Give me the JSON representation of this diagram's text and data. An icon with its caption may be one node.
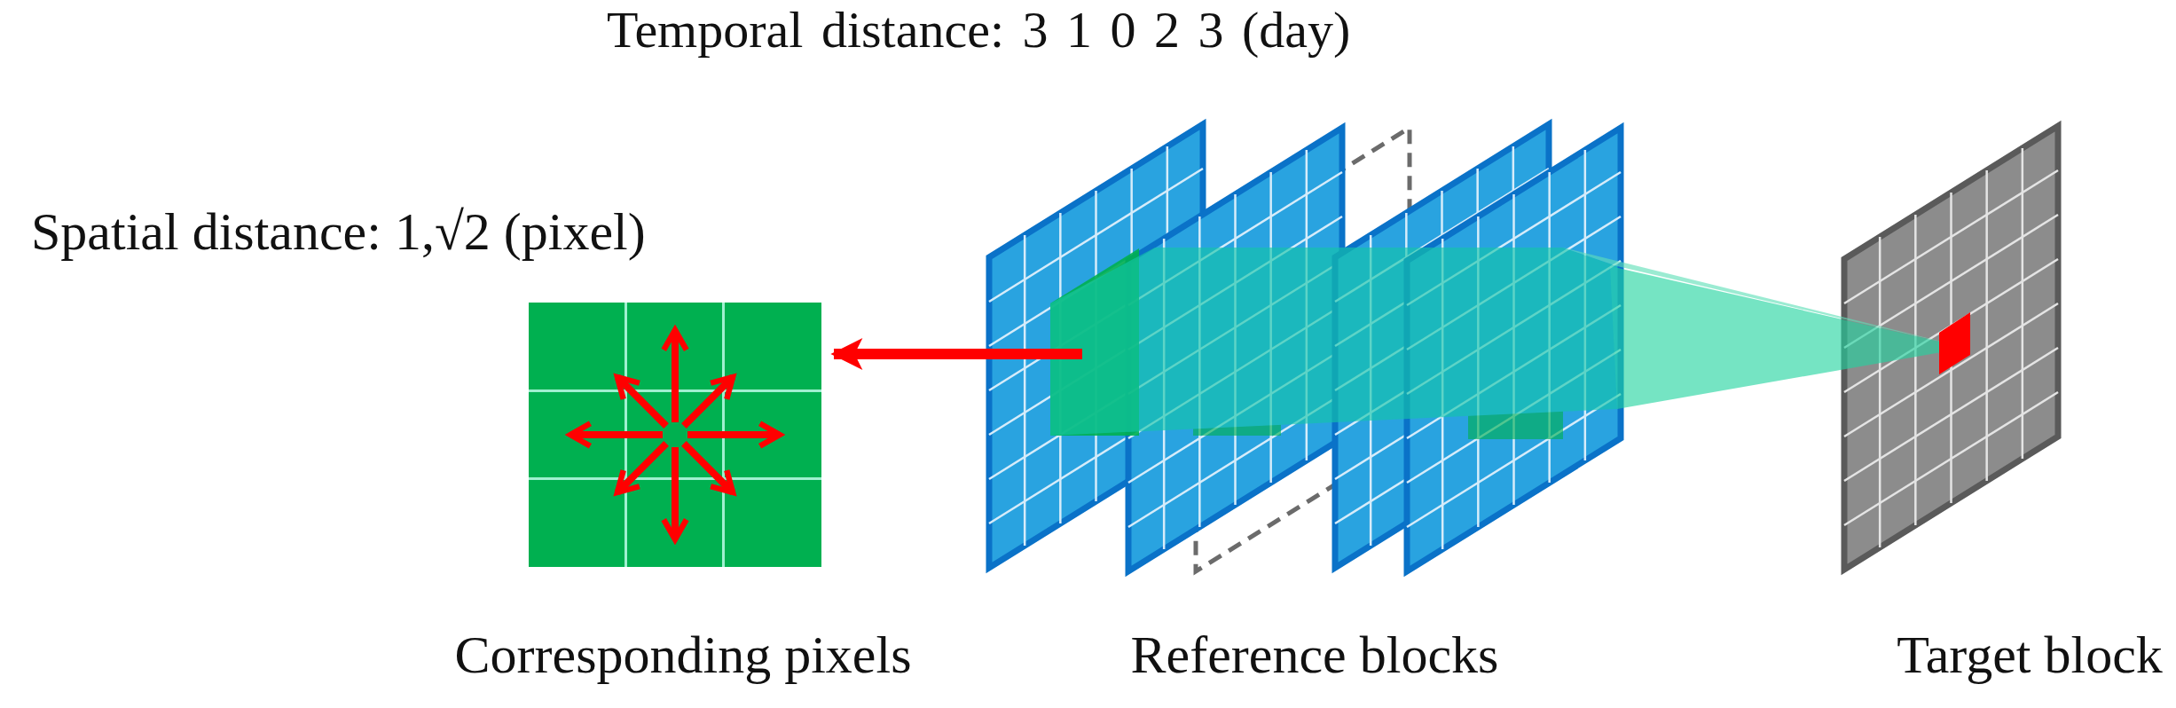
{
  "diagram": {
    "nodes": [
      {
        "text": [],
        "shape": "box"
      },
      {
        "text": [],
        "shape": "box"
      }
    ],
    "edges": [
      {
        "from": 1,
        "to": 0,
        "arrow": "to"
      }
    ],
    "labels": [
      "Temporal distance: 3 1 0 2 3 (day)",
      "Spatial distance: 1,√2 (pixel)",
      "Corresponding pixels",
      "Reference blocks",
      "Target block"
    ]
  }
}
